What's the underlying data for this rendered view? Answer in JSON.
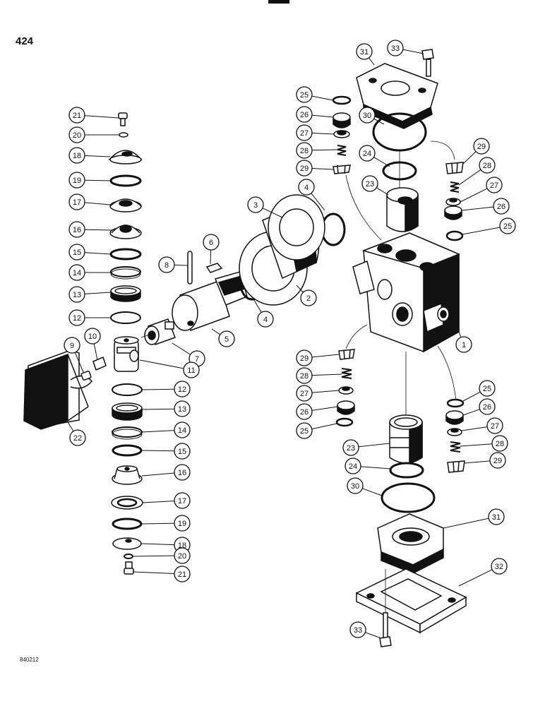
{
  "page": {
    "number": "424",
    "ref_code": "840212"
  },
  "callouts": {
    "left_column": [
      "21",
      "20",
      "18",
      "19",
      "17",
      "16",
      "15",
      "14",
      "13",
      "12",
      "12",
      "13",
      "14",
      "15",
      "16",
      "17",
      "19",
      "18",
      "20",
      "21"
    ],
    "center": [
      "8",
      "6",
      "3",
      "4",
      "2",
      "4",
      "5",
      "7",
      "9",
      "10",
      "11",
      "22"
    ],
    "right_upper": [
      "31",
      "33",
      "25",
      "26",
      "27",
      "28",
      "29",
      "30",
      "24",
      "23",
      "29",
      "28",
      "27",
      "26",
      "25",
      "1"
    ],
    "right_lower": [
      "29",
      "28",
      "27",
      "26",
      "25",
      "25",
      "26",
      "27",
      "28",
      "29",
      "23",
      "24",
      "30",
      "31",
      "32",
      "33"
    ]
  },
  "colors": {
    "ink": "#111111",
    "paper": "#ffffff"
  }
}
